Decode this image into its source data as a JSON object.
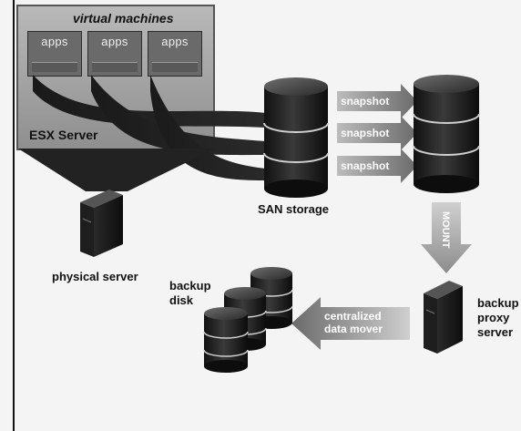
{
  "diagram": {
    "vm_group_title": "virtual machines",
    "vms": [
      {
        "label": "apps"
      },
      {
        "label": "apps"
      },
      {
        "label": "apps"
      }
    ],
    "esx_label": "ESX Server",
    "physical_server_label": "physical server",
    "san_label": "SAN storage",
    "snapshot_labels": [
      "snapshot",
      "snapshot",
      "snapshot"
    ],
    "mount_label": "MOUNT",
    "backup_proxy_label": [
      "backup",
      "proxy",
      "server"
    ],
    "data_mover_label": [
      "centralized",
      "data mover"
    ],
    "backup_disk_label": [
      "backup",
      "disk"
    ]
  }
}
